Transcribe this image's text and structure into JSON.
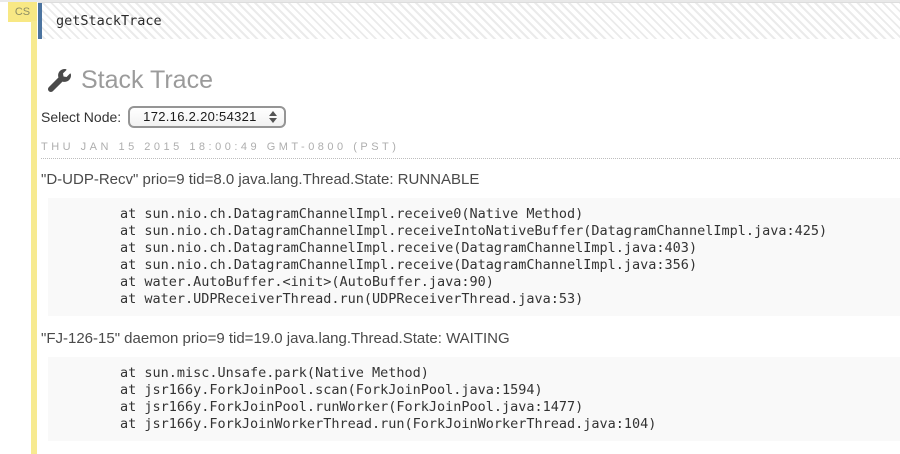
{
  "gutter": {
    "badge_label": "CS"
  },
  "cell": {
    "input": "getStackTrace"
  },
  "page": {
    "title": "Stack Trace",
    "icon": "wrench-icon",
    "select_node_label": "Select Node:",
    "node_select": {
      "selected": "172.16.2.20:54321"
    },
    "timestamp": "THU JAN 15 2015 18:00:49 GMT-0800 (PST)"
  },
  "threads": [
    {
      "header": "\"D-UDP-Recv\" prio=9 tid=8.0 java.lang.Thread.State: RUNNABLE",
      "frames": [
        "at sun.nio.ch.DatagramChannelImpl.receive0(Native Method)",
        "at sun.nio.ch.DatagramChannelImpl.receiveIntoNativeBuffer(DatagramChannelImpl.java:425)",
        "at sun.nio.ch.DatagramChannelImpl.receive(DatagramChannelImpl.java:403)",
        "at sun.nio.ch.DatagramChannelImpl.receive(DatagramChannelImpl.java:356)",
        "at water.AutoBuffer.<init>(AutoBuffer.java:90)",
        "at water.UDPReceiverThread.run(UDPReceiverThread.java:53)"
      ]
    },
    {
      "header": "\"FJ-126-15\" daemon prio=9 tid=19.0 java.lang.Thread.State: WAITING",
      "frames": [
        "at sun.misc.Unsafe.park(Native Method)",
        "at jsr166y.ForkJoinPool.scan(ForkJoinPool.java:1594)",
        "at jsr166y.ForkJoinPool.runWorker(ForkJoinPool.java:1477)",
        "at jsr166y.ForkJoinWorkerThread.run(ForkJoinWorkerThread.java:104)"
      ]
    }
  ],
  "colors": {
    "badge_yellow": "#f8e884",
    "gutter_yellow": "#f7ea90",
    "cell_blue_bar": "#4c74a0",
    "heading_gray": "#9b9b9b",
    "timestamp_gray": "#aeaeae",
    "code_block_bg": "#f9f9f9"
  }
}
